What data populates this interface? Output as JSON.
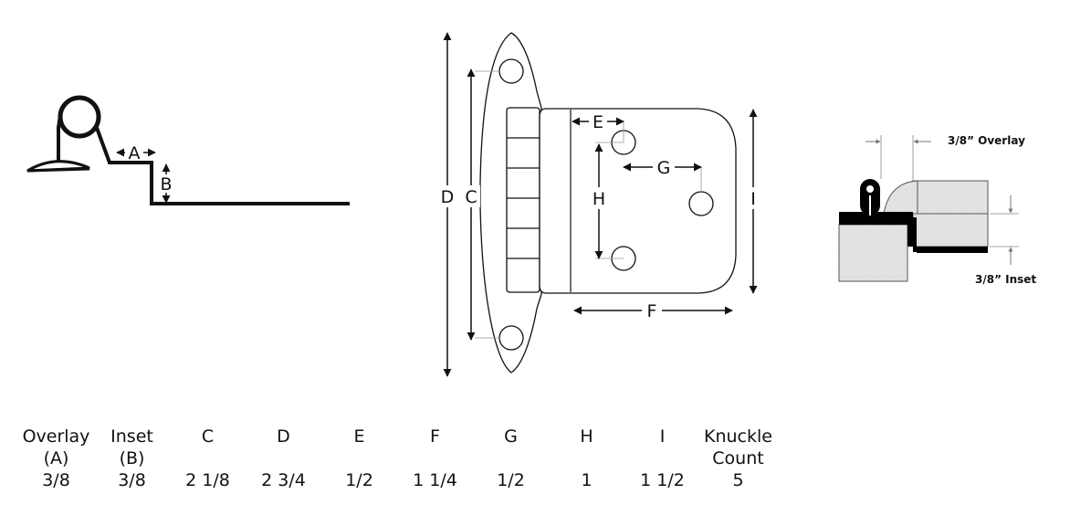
{
  "profile": {
    "label_a": "A",
    "label_b": "B"
  },
  "hinge": {
    "labels": {
      "c": "C",
      "d": "D",
      "e": "E",
      "f": "F",
      "g": "G",
      "h": "H",
      "i": "I"
    }
  },
  "detail": {
    "overlay_label": "3/8” Overlay",
    "inset_label": "3/8” Inset"
  },
  "spec_table": {
    "columns": [
      {
        "header": [
          "Overlay",
          "(A)"
        ],
        "value": "3/8"
      },
      {
        "header": [
          "Inset",
          "(B)"
        ],
        "value": "3/8"
      },
      {
        "header": [
          "C"
        ],
        "value": "2 1/8"
      },
      {
        "header": [
          "D"
        ],
        "value": "2 3/4"
      },
      {
        "header": [
          "E"
        ],
        "value": "1/2"
      },
      {
        "header": [
          "F"
        ],
        "value": "1 1/4"
      },
      {
        "header": [
          "G"
        ],
        "value": "1/2"
      },
      {
        "header": [
          "H"
        ],
        "value": "1"
      },
      {
        "header": [
          "I"
        ],
        "value": "1 1/2"
      },
      {
        "header": [
          "Knuckle",
          "Count"
        ],
        "value": "5"
      }
    ]
  }
}
